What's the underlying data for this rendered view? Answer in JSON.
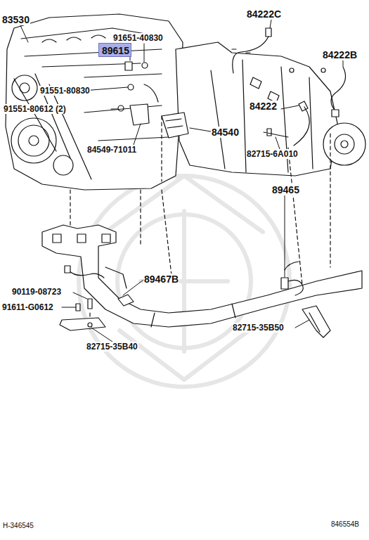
{
  "diagram": {
    "nodes": [
      {
        "text": [
          "89615"
        ]
      }
    ],
    "labels": [
      "83530",
      "91651-40830",
      "84222C",
      "84222B",
      "91551-80830",
      "91551-80612 (2)",
      "84222",
      "84540",
      "84549-71011",
      "82715-6A010",
      "89465",
      "89467B",
      "90119-08723",
      "91611-G0612",
      "82715-35B40",
      "82715-35B50",
      "H-346545",
      "846554B"
    ]
  }
}
